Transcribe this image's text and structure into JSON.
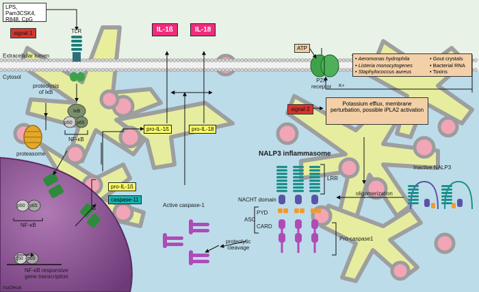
{
  "labels": {
    "ligands": "LPS, Pam3CSK4,\nR848, CpG",
    "signal1": "signal 1",
    "tlr": "TLR",
    "extracellular": "Extracellular lumen",
    "cytosol": "Cytosol",
    "proteolysis": "proteolysis\nof IκB",
    "ikb": "IκB",
    "p50": "p50",
    "p65": "p65",
    "nfkb": "NF-κB",
    "proteasome": "proteasome",
    "nfkb2": "NF-κB",
    "il1b": "IL-1ß",
    "il18": "IL-18",
    "pro_il1b_top": "pro-IL-1ß",
    "pro_il18": "pro-IL-18",
    "pro_il1b_mid": "pro-IL-1ß",
    "caspase11": "caspase-11",
    "active_caspase": "Active caspase-1",
    "atp": "ATP",
    "p2x": "P2X\nreceptor",
    "kplus": "K+",
    "pathogens": [
      "Aeromonas hydrophila",
      "Listeria monocytogenes",
      "Staphylococcus aureus"
    ],
    "danger": [
      "Gout crystals",
      "Bacterial RNA",
      "Toxins"
    ],
    "signal2": "signal 2",
    "signal2_text": "Potassium efflux, membrane\nperturbation, possible iPLA2 activation",
    "nalp3_title": "NALP3 inflammasome",
    "lrr": "LRR",
    "nacht": "NACHT domain",
    "pyd": "PYD",
    "asc": "ASC",
    "card": "CARD",
    "procaspase": "Pro-caspase1",
    "oligomerization": "oligomerization",
    "inactive_nalp3": "Inactive NALP3",
    "proteolytic": "proteolytic\ncleavage",
    "gene_tx": "NF-κB responsive\ngene transcription",
    "nucleus": "nucleus"
  },
  "colors": {
    "background": "#bfe0ef",
    "extracellular": "#e9f2e6",
    "cell_fill": "#e9ee9a",
    "cell_stroke": "#9c9c9c",
    "nucleus": "#8a4f91",
    "il_box": "#ef2d7c",
    "pro_box": "#ffff66",
    "caspase_box": "#1ab3b0",
    "signal_tag": "#d7352e",
    "tan_box": "#f3d0a8",
    "lrr": "#1a8f8a",
    "nacht": "#5a54a8",
    "pyd": "#f29a2e",
    "card": "#b04ab7"
  }
}
